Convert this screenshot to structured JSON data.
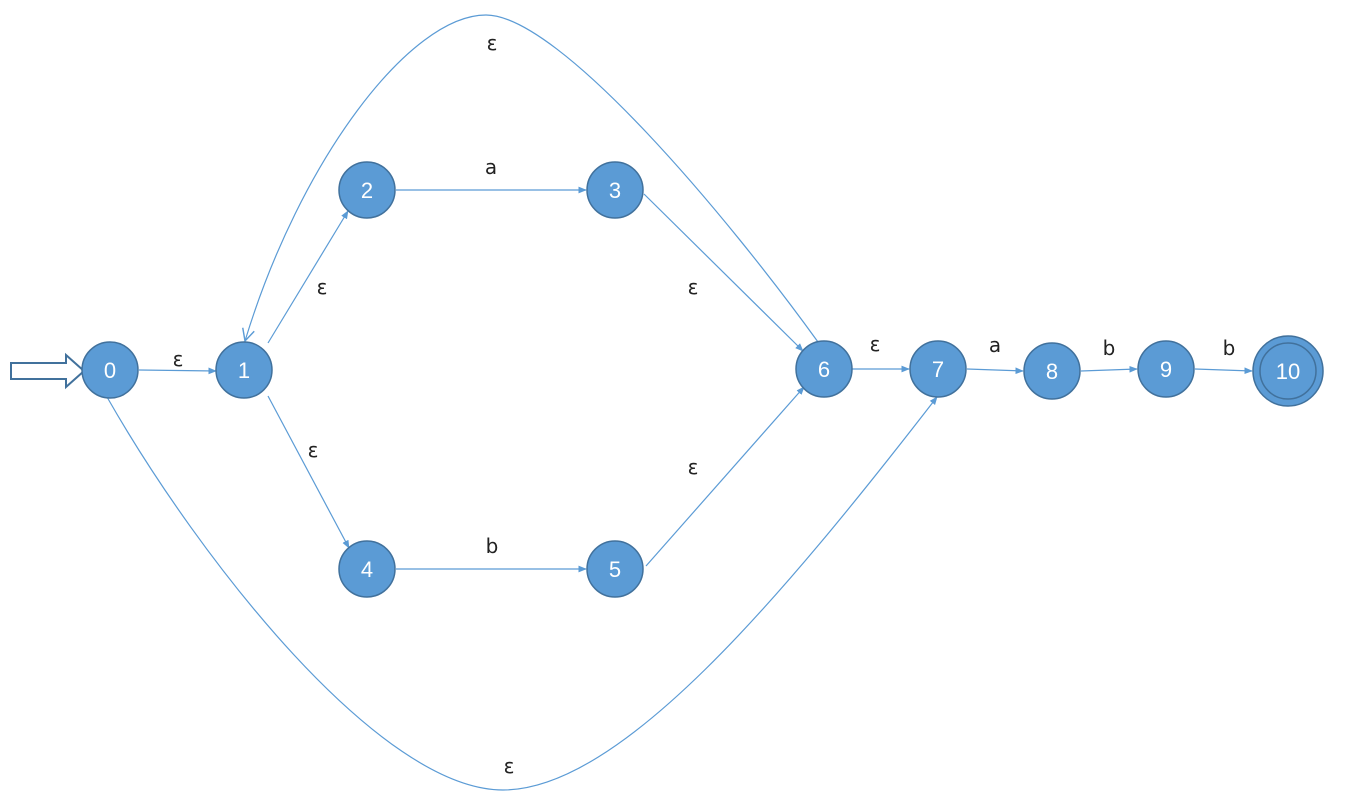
{
  "colors": {
    "node_fill": "#5b9bd5",
    "node_stroke": "#41719c",
    "edge": "#5b9bd5",
    "label": "#222222"
  },
  "start_state": "0",
  "accept_states": [
    "10"
  ],
  "states": [
    "0",
    "1",
    "2",
    "3",
    "4",
    "5",
    "6",
    "7",
    "8",
    "9",
    "10"
  ],
  "transitions": [
    {
      "from": "0",
      "to": "1",
      "label": "ε"
    },
    {
      "from": "1",
      "to": "2",
      "label": "ε"
    },
    {
      "from": "1",
      "to": "4",
      "label": "ε"
    },
    {
      "from": "2",
      "to": "3",
      "label": "a"
    },
    {
      "from": "4",
      "to": "5",
      "label": "b"
    },
    {
      "from": "3",
      "to": "6",
      "label": "ε"
    },
    {
      "from": "5",
      "to": "6",
      "label": "ε"
    },
    {
      "from": "6",
      "to": "1",
      "label": "ε"
    },
    {
      "from": "6",
      "to": "7",
      "label": "ε"
    },
    {
      "from": "0",
      "to": "7",
      "label": "ε"
    },
    {
      "from": "7",
      "to": "8",
      "label": "a"
    },
    {
      "from": "8",
      "to": "9",
      "label": "b"
    },
    {
      "from": "9",
      "to": "10",
      "label": "b"
    }
  ]
}
